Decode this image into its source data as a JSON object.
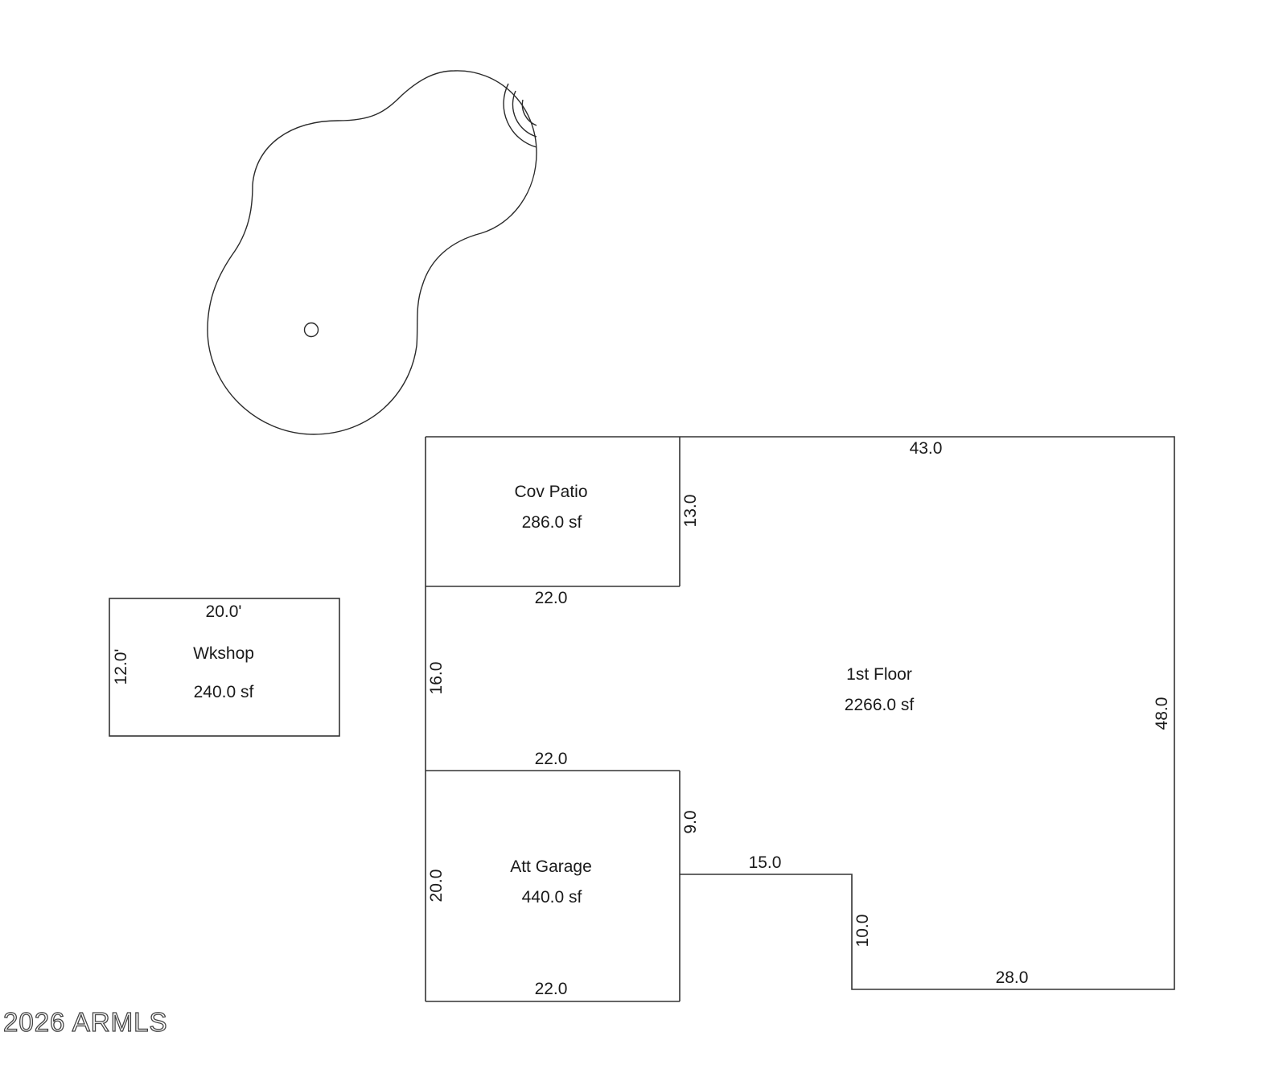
{
  "rooms": {
    "wkshop": {
      "name": "Wkshop",
      "area": "240.0 sf",
      "width": "20.0'",
      "depth": "12.0'"
    },
    "cov_patio": {
      "name": "Cov Patio",
      "area": "286.0 sf"
    },
    "first_floor": {
      "name": "1st Floor",
      "area": "2266.0 sf"
    },
    "att_garage": {
      "name": "Att Garage",
      "area": "440.0 sf"
    }
  },
  "dimensions": {
    "top": "43.0",
    "patio_side": "13.0",
    "patio_bottom": "22.0",
    "left_middle": "16.0",
    "garage_top": "22.0",
    "right": "48.0",
    "garage_side": "9.0",
    "notch_top": "15.0",
    "garage_left": "20.0",
    "notch_side": "10.0",
    "garage_bottom": "22.0",
    "bottom_right": "28.0"
  },
  "watermark": "2026 ARMLS"
}
